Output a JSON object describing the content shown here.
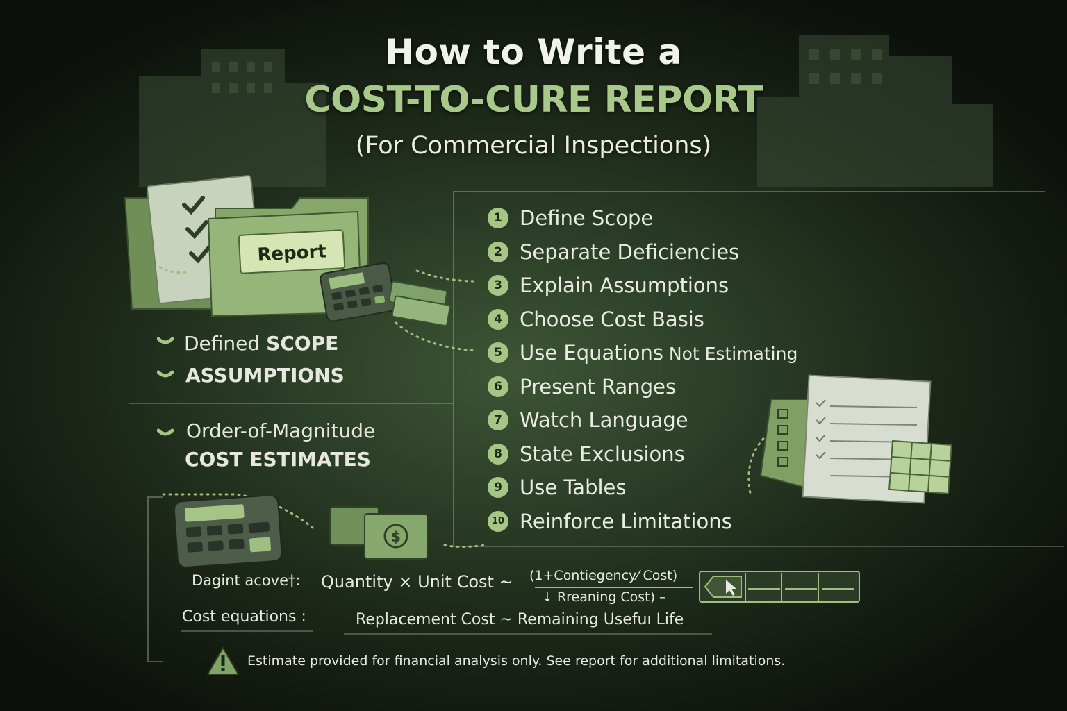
{
  "header": {
    "line1": "How to Write a",
    "line2": "COST-TO-CURE REPORT",
    "line3": "(For Commercial Inspections)"
  },
  "folder": {
    "label": "Report"
  },
  "left_panel": {
    "items": [
      {
        "text": "Defined ",
        "bold": "SCOPE"
      },
      {
        "text": "",
        "bold": "ASSUMPTIONS"
      }
    ],
    "estimate": {
      "line1": "Order-of-Magnitude",
      "line2": "COST ESTIMATES"
    }
  },
  "steps": [
    {
      "num": "1",
      "label": "Define Scope",
      "extra": ""
    },
    {
      "num": "2",
      "label": "Separate Deficiencies",
      "extra": ""
    },
    {
      "num": "3",
      "label": "Explain Assumptions",
      "extra": ""
    },
    {
      "num": "4",
      "label": "Choose Cost Basis",
      "extra": ""
    },
    {
      "num": "5",
      "label": "Use Equations",
      "extra": " Not Estimating"
    },
    {
      "num": "6",
      "label": "Present Ranges",
      "extra": ""
    },
    {
      "num": "7",
      "label": "Watch Language",
      "extra": ""
    },
    {
      "num": "8",
      "label": "State Exclusions",
      "extra": ""
    },
    {
      "num": "9",
      "label": "Use Tables",
      "extra": ""
    },
    {
      "num": "10",
      "label": "Reinforce Limitations",
      "extra": ""
    }
  ],
  "equations": {
    "row1_label": "Dagint acove†:",
    "row1_main": "Quantity  ×  Unit Cost  ~",
    "row1_top": "(1+Contiegency⁄ Cost)",
    "row1_bottom": "↓  Rreaning Cost)  –",
    "row2_label": "Cost equations :",
    "row2_main": "Replacement Cost  ~  Remaining Usefuı Life"
  },
  "footer": {
    "warning_icon": "warning-icon",
    "note": "Estimate provided for financial analysis only. See report for additional limitations."
  },
  "colors": {
    "accent": "#a9c98a",
    "badge": "#a7c585",
    "text": "#e9ece2",
    "background": "#2b3d26"
  }
}
